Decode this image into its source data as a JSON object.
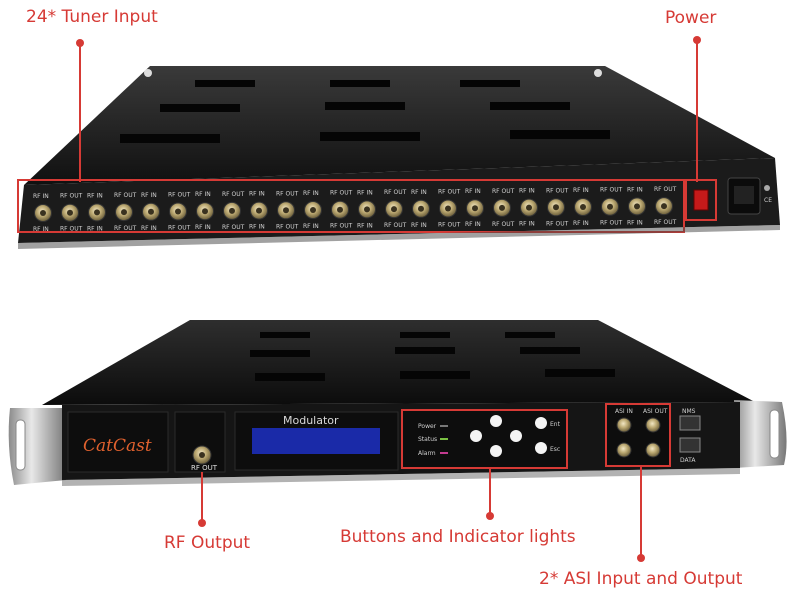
{
  "callouts": {
    "tuner_input": "24* Tuner Input",
    "power": "Power",
    "rf_output": "RF Output",
    "buttons_lights": "Buttons and Indicator lights",
    "asi_io": "2* ASI Input and Output"
  },
  "rear_panel": {
    "port_top_labels": [
      "RF IN",
      "RF OUT",
      "RF IN",
      "RF OUT",
      "RF IN",
      "RF OUT",
      "RF IN",
      "RF OUT",
      "RF IN",
      "RF OUT",
      "RF IN",
      "RF OUT",
      "RF IN",
      "RF OUT",
      "RF IN",
      "RF OUT",
      "RF IN",
      "RF OUT",
      "RF IN",
      "RF OUT",
      "RF IN",
      "RF OUT",
      "RF IN",
      "RF OUT"
    ],
    "port_bottom_labels": [
      "RF IN",
      "RF OUT",
      "RF IN",
      "RF OUT",
      "RF IN",
      "RF OUT",
      "RF IN",
      "RF OUT",
      "RF IN",
      "RF OUT",
      "RF IN",
      "RF OUT",
      "RF IN",
      "RF OUT",
      "RF IN",
      "RF OUT",
      "RF IN",
      "RF OUT",
      "RF IN",
      "RF OUT",
      "RF IN",
      "RF OUT",
      "RF IN",
      "RF OUT"
    ]
  },
  "front_panel": {
    "brand": "CatCast",
    "display_title": "Modulator",
    "rf_out_label": "RF OUT",
    "indicators": [
      "Power",
      "Status",
      "Alarm"
    ],
    "btn_enter": "Ent",
    "btn_escape": "Esc",
    "asi_in_label": "ASI IN",
    "asi_out_label": "ASI OUT",
    "nms_label": "NMS",
    "data_label": "DATA"
  },
  "colors": {
    "accent": "#d63a35",
    "chassis": "#151515",
    "display": "#1a2aa8"
  }
}
